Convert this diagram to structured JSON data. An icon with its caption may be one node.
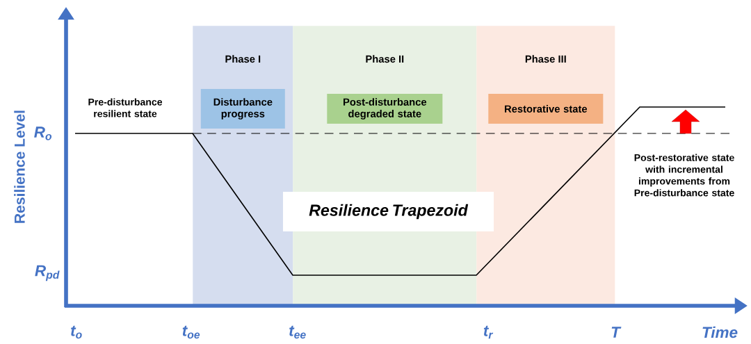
{
  "diagram": {
    "nodes": [
      {
        "text": [
          "Phase I"
        ]
      },
      {
        "text": [
          "Disturbance progress"
        ],
        "in": 0
      },
      {
        "text": [
          "Phase II"
        ]
      },
      {
        "text": [
          "Post-disturbance degraded state"
        ],
        "in": 2
      },
      {
        "text": [
          "Phase III"
        ]
      },
      {
        "text": [
          "Restorative state"
        ],
        "in": 4
      },
      {
        "text": [
          "Resilience Trapezoid"
        ]
      }
    ],
    "labels": [
      "Resilience Level",
      "Pre-disturbance resilient state",
      "R$_{o}$",
      "Post-restorative state with incremental improvements from Pre-disturbance state",
      "R$_{pd}$",
      "t$_{o}$",
      "t$_{oe}$",
      "t$_{ee}$",
      "t$_{r}$",
      "T",
      "Time"
    ]
  }
}
